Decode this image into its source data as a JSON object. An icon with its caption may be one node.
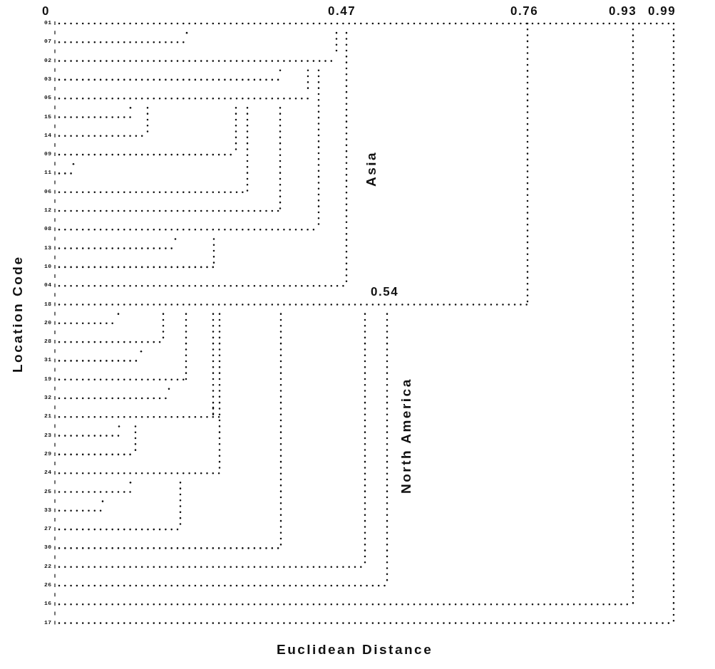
{
  "diagram": {
    "labels": [
      "0",
      "0.47",
      "0.76",
      "0.93",
      "0.99",
      "0.54",
      "Asia",
      "North America",
      "01",
      "07",
      "02",
      "03",
      "05",
      "15",
      "14",
      "09",
      "11",
      "06",
      "12",
      "08",
      "13",
      "10",
      "04",
      "18",
      "20",
      "28",
      "31",
      "19",
      "32",
      "21",
      "23",
      "29",
      "24",
      "25",
      "33",
      "27",
      "30",
      "22",
      "26",
      "16",
      "17",
      "Location Code",
      "Euclidean Distance"
    ]
  }
}
